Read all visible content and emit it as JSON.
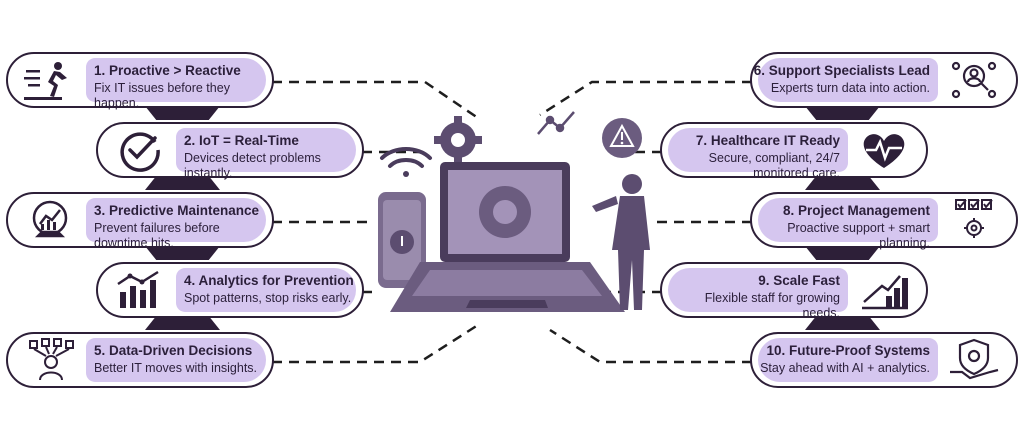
{
  "left_items": [
    {
      "title": "1. Proactive > Reactive",
      "desc": "Fix IT issues before they happen.",
      "icon": "running-person-icon"
    },
    {
      "title": "2. IoT = Real-Time",
      "desc": "Devices detect problems instantly.",
      "icon": "check-clock-icon"
    },
    {
      "title": "3. Predictive Maintenance",
      "desc": "Prevent failures before downtime hits.",
      "icon": "crystal-ball-chart-icon"
    },
    {
      "title": "4. Analytics for Prevention",
      "desc": "Spot patterns, stop risks early.",
      "icon": "bar-chart-trend-icon"
    },
    {
      "title": "5. Data-Driven Decisions",
      "desc": "Better IT moves with insights.",
      "icon": "decision-person-icon"
    }
  ],
  "right_items": [
    {
      "title": "6. Support Specialists Lead",
      "desc": "Experts turn data into action.",
      "icon": "specialist-search-icon"
    },
    {
      "title": "7. Healthcare IT Ready",
      "desc": "Secure, compliant, 24/7 monitored care.",
      "icon": "heartbeat-icon"
    },
    {
      "title": "8. Project Management",
      "desc": "Proactive support + smart planning.",
      "icon": "checklist-gear-icon"
    },
    {
      "title": "9. Scale Fast",
      "desc": "Flexible staff for growing needs.",
      "icon": "growth-stairs-icon"
    },
    {
      "title": "10. Future-Proof Systems",
      "desc": "Stay ahead with AI + analytics.",
      "icon": "shield-hand-icon"
    }
  ],
  "center_icons": [
    "wifi-icon",
    "gear-icon",
    "trend-line-icon",
    "warning-icon",
    "smartphone-icon",
    "laptop-lifebuoy-icon",
    "person-pointing-icon"
  ],
  "colors": {
    "pill": "#d5c6ef",
    "border": "#2d1f38",
    "accent": "#6a5a86",
    "text": "#2b1f3a"
  }
}
